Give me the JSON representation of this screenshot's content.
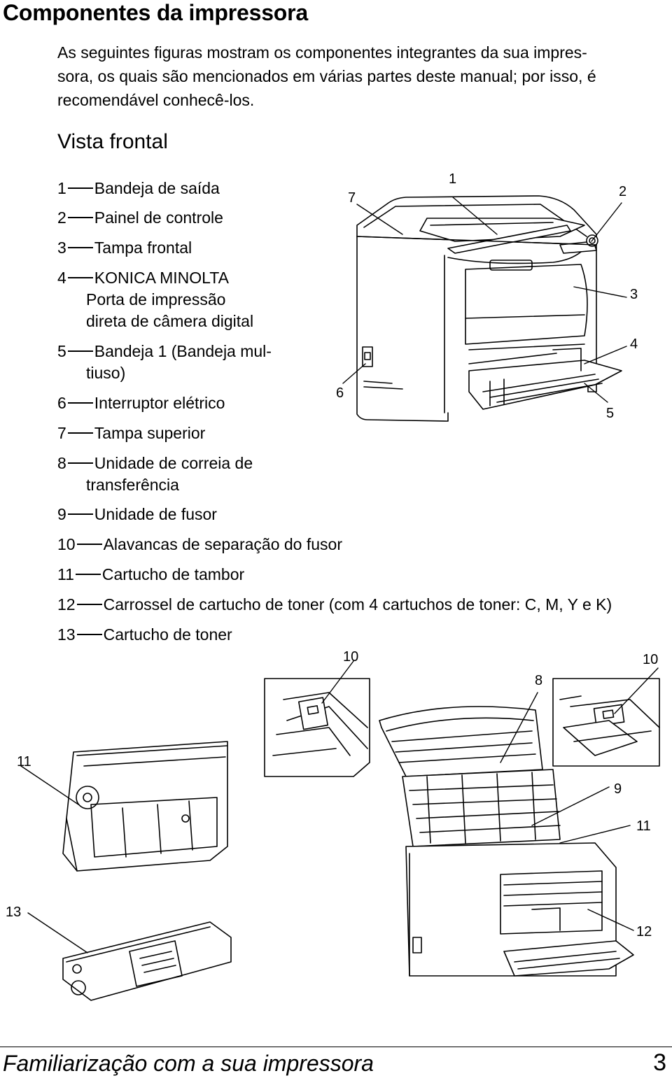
{
  "page": {
    "title": "Componentes da impressora",
    "intro_lines": [
      "As seguintes figuras mostram os componentes integrantes da sua impres-",
      "sora, os quais são mencionados em várias partes deste manual; por isso, é",
      "recomendável conhecê-los."
    ],
    "subtitle": "Vista frontal"
  },
  "legend": [
    {
      "num": "1",
      "lines": [
        "Bandeja de saída"
      ]
    },
    {
      "num": "2",
      "lines": [
        "Painel de controle"
      ]
    },
    {
      "num": "3",
      "lines": [
        "Tampa frontal"
      ]
    },
    {
      "num": "4",
      "lines": [
        "KONICA MINOLTA",
        "Porta de impressão",
        "direta de câmera digital"
      ]
    },
    {
      "num": "5",
      "lines": [
        "Bandeja 1 (Bandeja mul-",
        "tiuso)"
      ]
    },
    {
      "num": "6",
      "lines": [
        "Interruptor elétrico"
      ]
    },
    {
      "num": "7",
      "lines": [
        "Tampa superior"
      ]
    },
    {
      "num": "8",
      "lines": [
        "Unidade de correia de",
        "transferência"
      ]
    },
    {
      "num": "9",
      "lines": [
        "Unidade de fusor"
      ]
    },
    {
      "num": "10",
      "lines": [
        "Alavancas de separação do fusor"
      ]
    },
    {
      "num": "11",
      "lines": [
        "Cartucho de tambor"
      ]
    },
    {
      "num": "12",
      "lines": [
        "Carrossel de cartucho de toner (com 4 cartuchos de toner: C, M, Y e K)"
      ]
    },
    {
      "num": "13",
      "lines": [
        "Cartucho de toner"
      ]
    }
  ],
  "callouts": {
    "front_view": [
      "1",
      "2",
      "3",
      "4",
      "5",
      "6",
      "7"
    ],
    "interior_view": [
      "10",
      "10",
      "8",
      "9",
      "11",
      "12",
      "11",
      "13"
    ]
  },
  "footer": {
    "text": "Familiarização com a sua impressora",
    "page_number": "3"
  }
}
